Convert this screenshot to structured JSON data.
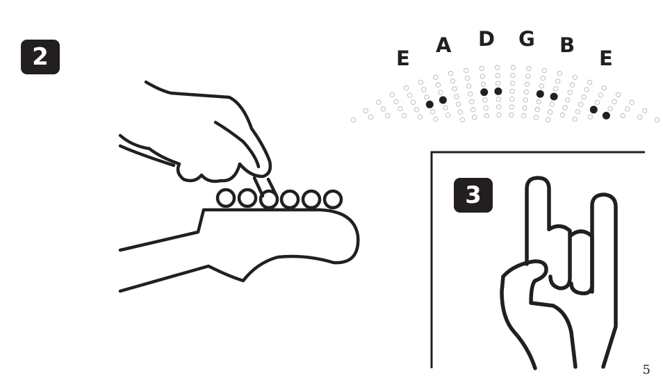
{
  "steps": [
    {
      "number": "2"
    },
    {
      "number": "3"
    }
  ],
  "tuning_diagram": {
    "strings": [
      "E",
      "A",
      "D",
      "G",
      "B",
      "E"
    ]
  },
  "icons": {
    "step2_illustration": "hand-turning-tuning-peg-icon",
    "tuning_illustration": "guitar-string-pins-icon",
    "step3_illustration": "rock-hand-sign-icon"
  },
  "page": {
    "number": "5"
  },
  "colors": {
    "ink": "#231f20",
    "background": "#ffffff"
  }
}
